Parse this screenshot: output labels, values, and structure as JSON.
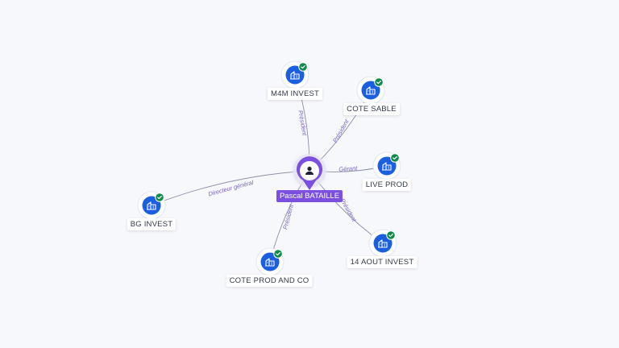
{
  "person": {
    "name": "Pascal BATAILLE",
    "icon": "person-icon",
    "color": "#7b4fe0"
  },
  "companies": [
    {
      "id": "m4m",
      "name": "M4M INVEST",
      "role": "Président"
    },
    {
      "id": "cote-sable",
      "name": "COTE SABLE",
      "role": "Président"
    },
    {
      "id": "live-prod",
      "name": "LIVE PROD",
      "role": "Gérant"
    },
    {
      "id": "14-aout",
      "name": "14 AOUT INVEST",
      "role": "Président"
    },
    {
      "id": "cote-prod",
      "name": "COTE PROD AND CO",
      "role": "Président"
    },
    {
      "id": "bg-invest",
      "name": "BG INVEST",
      "role": "Directeur général"
    }
  ],
  "colors": {
    "company_icon": "#1a5fe0",
    "verified_badge": "#0f8a4a",
    "edge": "#8a8fa8"
  },
  "icons": {
    "company": "building-icon",
    "verified": "check-badge-icon"
  }
}
